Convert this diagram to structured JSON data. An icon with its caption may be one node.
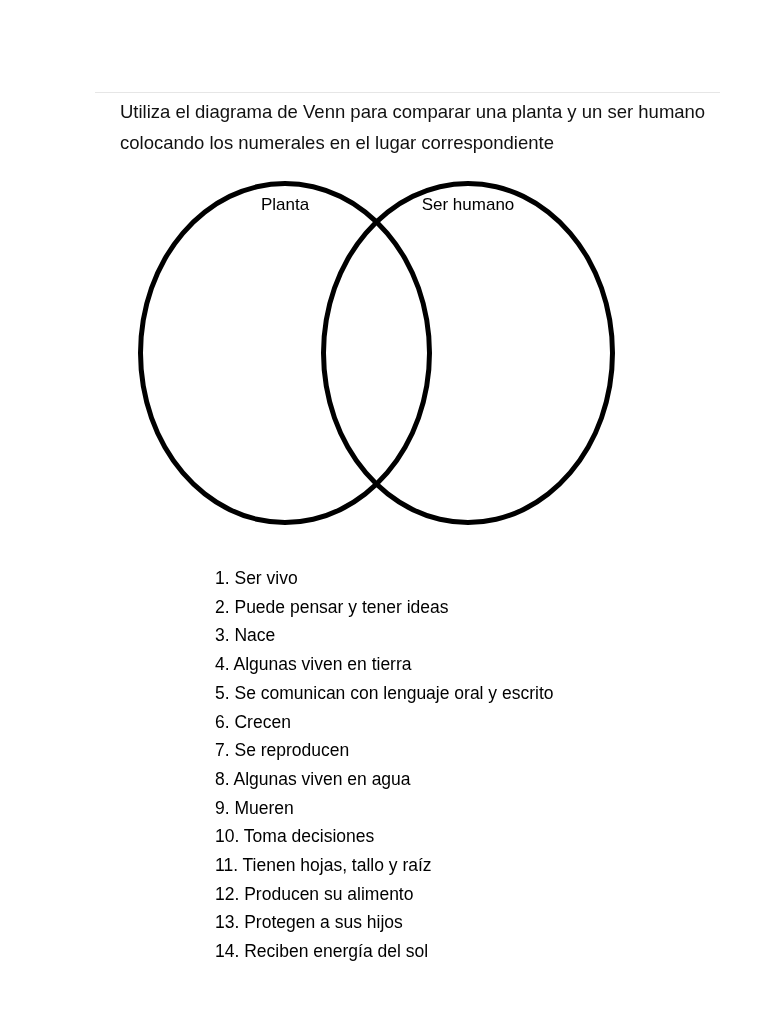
{
  "diagram": {
    "title": "Utiliza el diagrama de Venn para comparar una planta y un ser humano colocando los numerales en el lugar correspondiente",
    "nodes": [
      {
        "text": [
          "Planta"
        ]
      },
      {
        "text": [
          "Ser humano"
        ]
      }
    ],
    "labels": [
      "1. Ser vivo",
      "2. Puede pensar y tener ideas",
      "3. Nace",
      "4. Algunas viven en tierra",
      "5. Se comunican con lenguaje oral y escrito",
      "6. Crecen",
      "7. Se reproducen",
      "8. Algunas viven en agua",
      "9. Mueren",
      "10. Toma decisiones",
      "11. Tienen hojas, tallo y raíz",
      "12. Producen su alimento",
      "13. Protegen a sus hijos",
      "14. Reciben energía del sol"
    ]
  }
}
